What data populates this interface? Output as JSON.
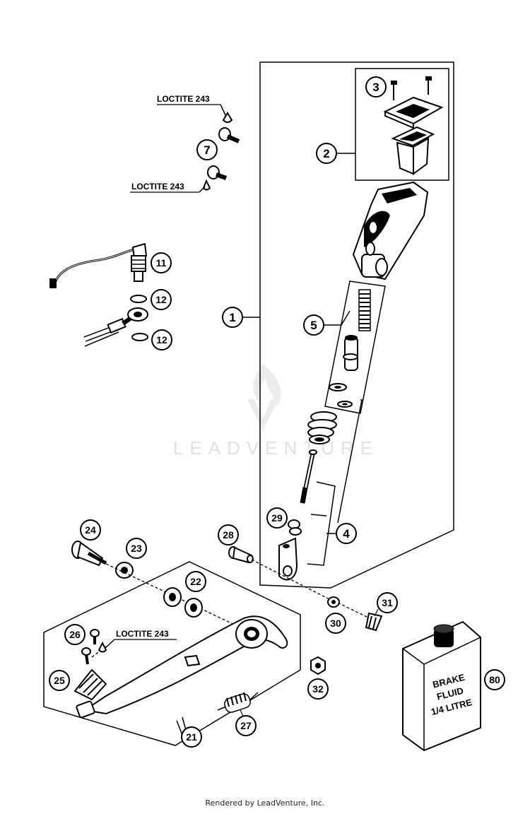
{
  "loctite_label": "LOCTITE 243",
  "parts": {
    "p1": "1",
    "p2": "2",
    "p3": "3",
    "p4": "4",
    "p5": "5",
    "p7": "7",
    "p11": "11",
    "p12a": "12",
    "p12b": "12",
    "p21": "21",
    "p22": "22",
    "p23": "23",
    "p24": "24",
    "p25": "25",
    "p26": "26",
    "p27": "27",
    "p28": "28",
    "p29": "29",
    "p30": "30",
    "p31": "31",
    "p32": "32",
    "p80": "80"
  },
  "fluid": {
    "line1": "BRAKE",
    "line2": "FLUID",
    "line3": "1/4 LITRE"
  },
  "watermark": "LEADVENTURE",
  "footer": "Rendered by LeadVenture, Inc."
}
